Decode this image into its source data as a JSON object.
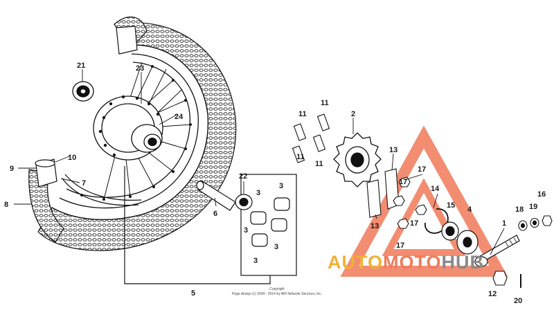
{
  "diagram": {
    "part_labels": [
      "1",
      "2",
      "3",
      "3",
      "3",
      "3",
      "3",
      "4",
      "5",
      "6",
      "7",
      "8",
      "9",
      "10",
      "11",
      "11",
      "11",
      "11",
      "12",
      "13",
      "13",
      "14",
      "15",
      "16",
      "17",
      "17",
      "17",
      "17",
      "18",
      "19",
      "20",
      "21",
      "22",
      "23",
      "24"
    ],
    "copyright_line1": "Copyright",
    "copyright_line2": "Page design (c) 2004 - 2014 by ARI Network Services, Inc."
  },
  "watermark": {
    "part1": "AUTO",
    "part2": "MOTO",
    "part3": "HUB",
    "colors": {
      "auto": "#f2b134",
      "moto": "#f07a5a",
      "hub": "#8a8a8a",
      "triangle": "#f07a5a"
    }
  }
}
